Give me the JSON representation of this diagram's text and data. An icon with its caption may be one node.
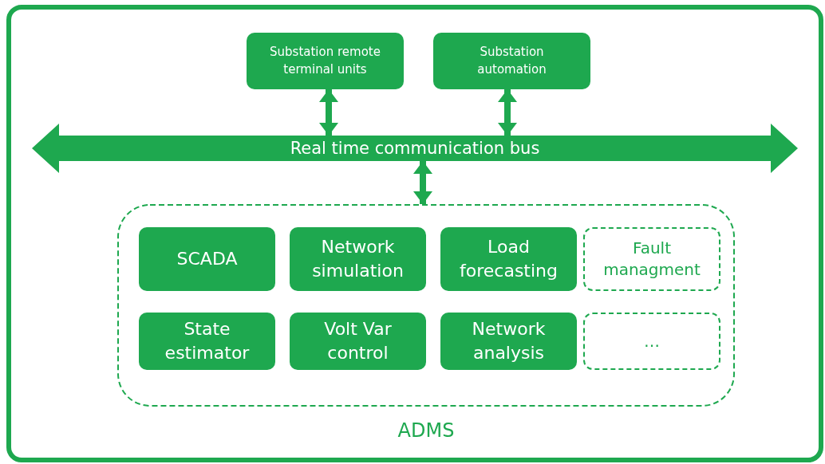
{
  "diagram": {
    "nodes": [
      {
        "text": [
          "Substation remote terminal units"
        ]
      },
      {
        "text": [
          "Substation automation"
        ]
      },
      {
        "text": [
          "Real time communication bus"
        ]
      },
      {
        "text": [
          "ADMS"
        ]
      },
      {
        "text": [
          "SCADA"
        ],
        "in": 3
      },
      {
        "text": [
          "Network simulation"
        ],
        "in": 3
      },
      {
        "text": [
          "Load forecasting"
        ],
        "in": 3
      },
      {
        "text": [
          "Fault managment"
        ],
        "in": 3
      },
      {
        "text": [
          "State estimator"
        ],
        "in": 3
      },
      {
        "text": [
          "Volt Var control"
        ],
        "in": 3
      },
      {
        "text": [
          "Network analysis"
        ],
        "in": 3
      },
      {
        "text": [
          "…"
        ],
        "in": 3
      }
    ],
    "edges": [
      {
        "from": 0,
        "to": 2,
        "arrow": "both"
      },
      {
        "from": 1,
        "to": 2,
        "arrow": "both"
      },
      {
        "from": 2,
        "to": 3,
        "arrow": "both"
      }
    ]
  }
}
